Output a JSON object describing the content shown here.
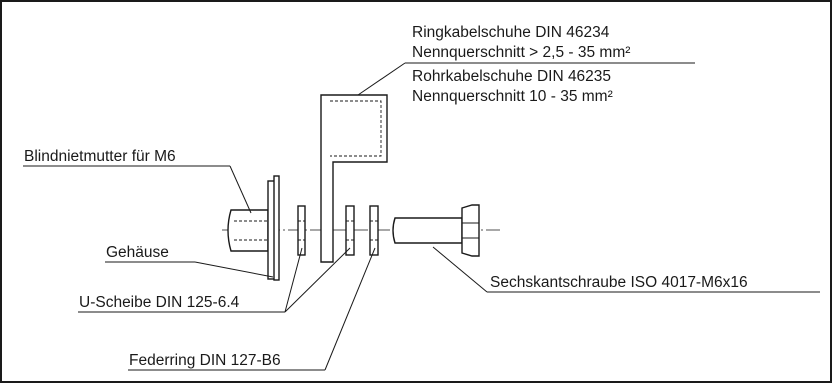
{
  "labels": {
    "cable_lug_ring": "Ringkabelschuhe DIN 46234",
    "cable_lug_ring_section": "Nennquerschnitt > 2,5 - 35 mm²",
    "cable_lug_tube": "Rohrkabelschuhe DIN 46235",
    "cable_lug_tube_section": "Nennquerschnitt 10 - 35 mm²",
    "blind_rivet_nut": "Blindnietmutter für M6",
    "housing": "Gehäuse",
    "washer": "U-Scheibe DIN 125-6.4",
    "spring_washer": "Federring DIN 127-B6",
    "hex_bolt": "Sechskantschraube ISO 4017-M6x16"
  }
}
